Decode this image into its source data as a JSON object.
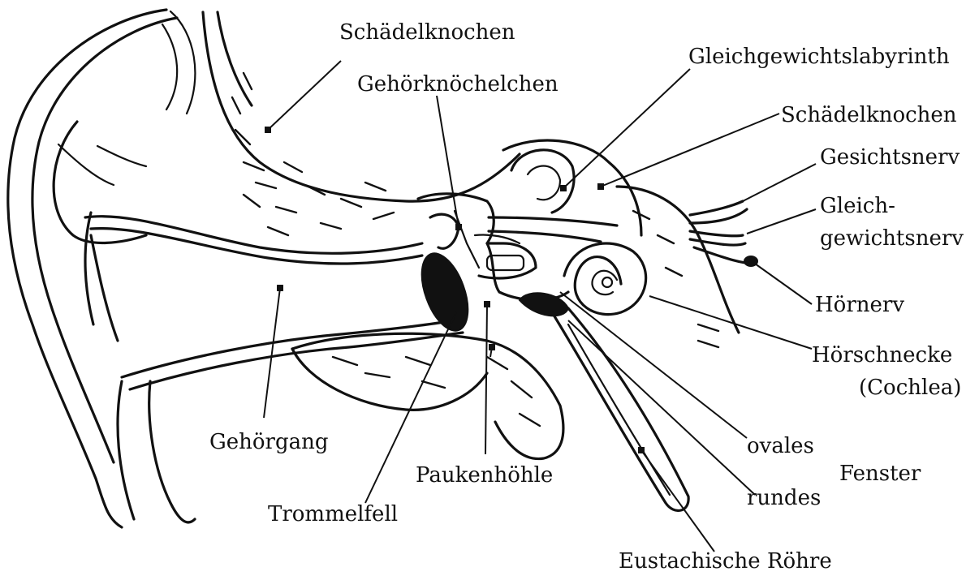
{
  "labels": {
    "schaedelknochen_top": "Schädelknochen",
    "gleichgewichtslabyrinth": "Gleichgewichtslabyrinth",
    "gehoerknoechelchen": "Gehörknöchelchen",
    "schaedelknochen_right": "Schädelknochen",
    "gesichtsnerv": "Gesichtsnerv",
    "gleichgewichtsnerv_1": "Gleich-",
    "gleichgewichtsnerv_2": "gewichtsnerv",
    "hoernerv": "Hörnerv",
    "hoerschnecke_1": "Hörschnecke",
    "hoerschnecke_2": "(Cochlea)",
    "gehoergang": "Gehörgang",
    "ovales": "ovales",
    "fenster": "Fenster",
    "rundes": "rundes",
    "paukenhoehle": "Paukenhöhle",
    "trommelfell": "Trommelfell",
    "eustachische_roehre": "Eustachische Röhre"
  }
}
